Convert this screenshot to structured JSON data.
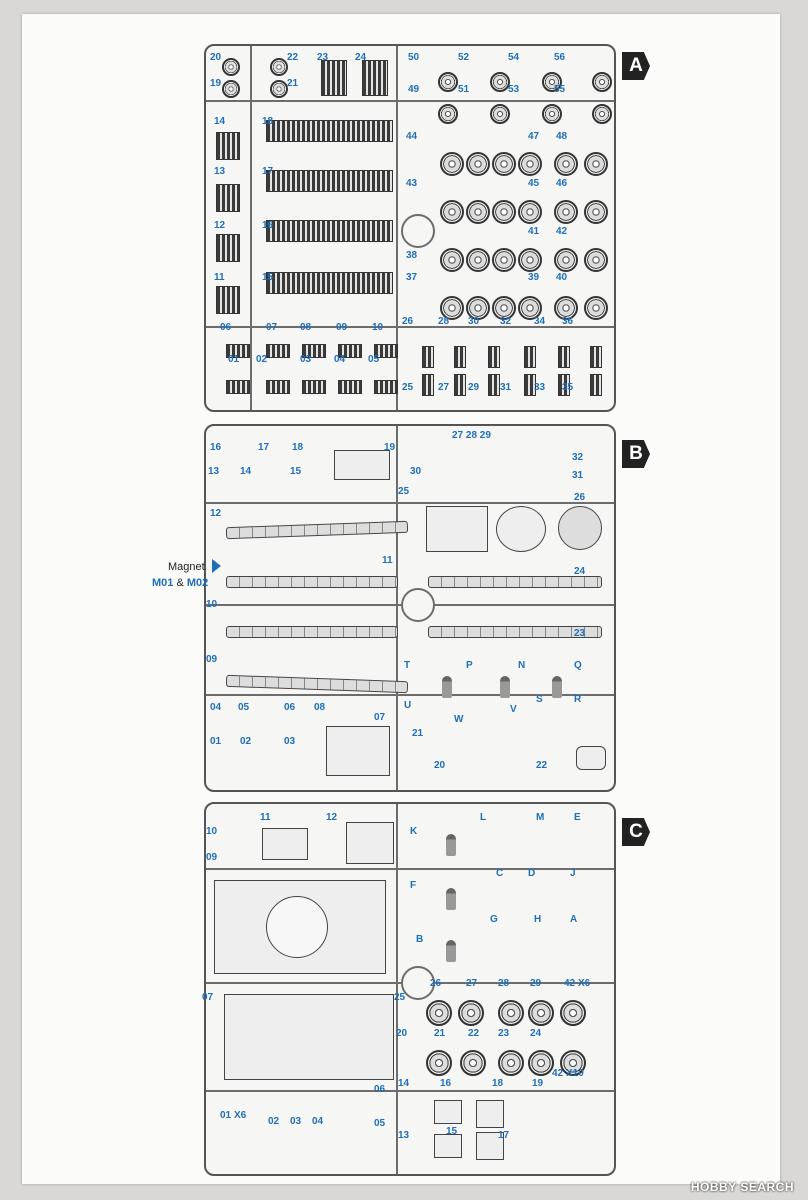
{
  "sheet_labels": [
    "A",
    "B",
    "C"
  ],
  "sprue_a": {
    "numbers": [
      "20",
      "19",
      "22",
      "21",
      "23",
      "24",
      "50",
      "49",
      "52",
      "51",
      "54",
      "53",
      "56",
      "55",
      "14",
      "18",
      "44",
      "47",
      "48",
      "13",
      "17",
      "43",
      "45",
      "46",
      "12",
      "16",
      "38",
      "41",
      "42",
      "11",
      "15",
      "37",
      "39",
      "40",
      "06",
      "07",
      "08",
      "09",
      "10",
      "26",
      "28",
      "30",
      "32",
      "34",
      "36",
      "01",
      "02",
      "03",
      "04",
      "05",
      "25",
      "27",
      "29",
      "31",
      "33",
      "35"
    ]
  },
  "sprue_b": {
    "numbers": [
      "16",
      "17",
      "18",
      "19",
      "13",
      "14",
      "15",
      "12",
      "30",
      "27 28 29",
      "32",
      "31",
      "25",
      "26",
      "11",
      "24",
      "10",
      "23",
      "09",
      "T",
      "P",
      "N",
      "Q",
      "U",
      "S",
      "R",
      "V",
      "W",
      "04",
      "05",
      "06",
      "08",
      "07",
      "01",
      "02",
      "03",
      "21",
      "20",
      "22"
    ]
  },
  "sprue_c": {
    "numbers": [
      "10",
      "09",
      "11",
      "12",
      "K",
      "L",
      "M",
      "E",
      "F",
      "C",
      "D",
      "J",
      "G",
      "H",
      "A",
      "B",
      "07",
      "42",
      "X6",
      "25",
      "26",
      "27",
      "28",
      "29",
      "20",
      "21",
      "22",
      "23",
      "24",
      "01",
      "X6",
      "02",
      "03",
      "04",
      "06",
      "05",
      "14",
      "13",
      "16",
      "15",
      "18",
      "17",
      "19",
      "42",
      "X10"
    ]
  },
  "magnet": {
    "label": "Magnet",
    "code1": "M01",
    "amp": "&",
    "code2": "M02"
  },
  "watermark": "HOBBY SEARCH"
}
